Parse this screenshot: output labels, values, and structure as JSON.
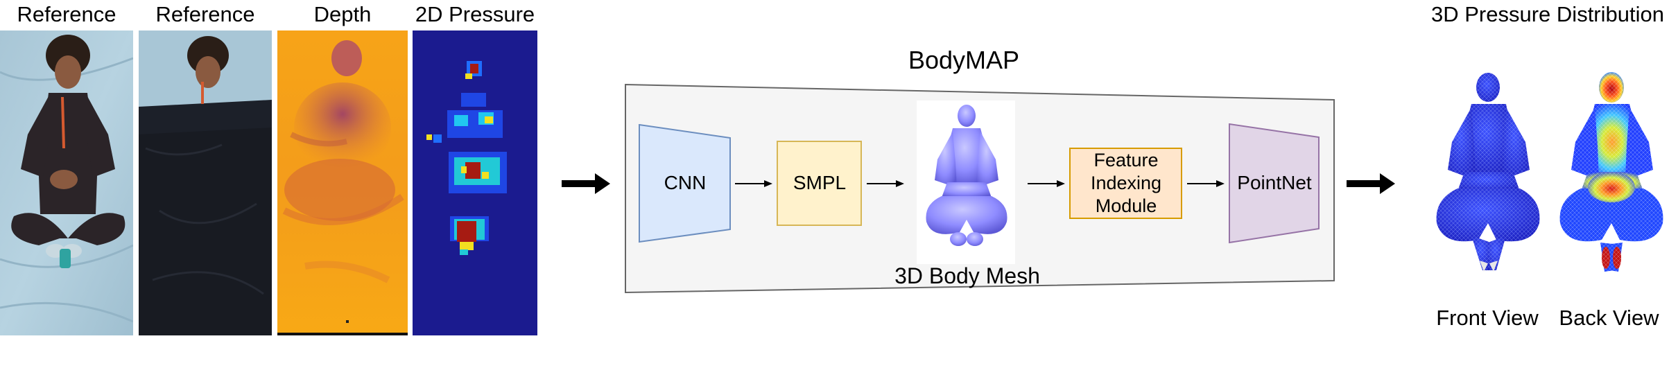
{
  "figure": {
    "panels": {
      "reference_1": "Reference",
      "reference_2": "Reference",
      "depth": "Depth",
      "pressure_2d": "2D Pressure"
    },
    "pipeline": {
      "title": "BodyMAP",
      "cnn": "CNN",
      "smpl": "SMPL",
      "mesh": "3D Body Mesh",
      "feature_line_1": "Feature",
      "feature_line_2": "Indexing",
      "feature_line_3": "Module",
      "pointnet": "PointNet"
    },
    "output": {
      "title": "3D Pressure Distribution",
      "front": "Front View",
      "back": "Back View"
    },
    "colors": {
      "cnn_fill": "#dae8fc",
      "cnn_stroke": "#6c8ebf",
      "smpl_fill": "#fff2cc",
      "smpl_stroke": "#d6b656",
      "feature_fill": "#ffe6cc",
      "feature_stroke": "#d79b00",
      "pointnet_fill": "#e1d5e7",
      "pointnet_stroke": "#9673a6",
      "container_fill": "#f5f5f5",
      "container_stroke": "#666666",
      "arrow": "#000000",
      "mesh_blue": "#7f7cff"
    }
  }
}
